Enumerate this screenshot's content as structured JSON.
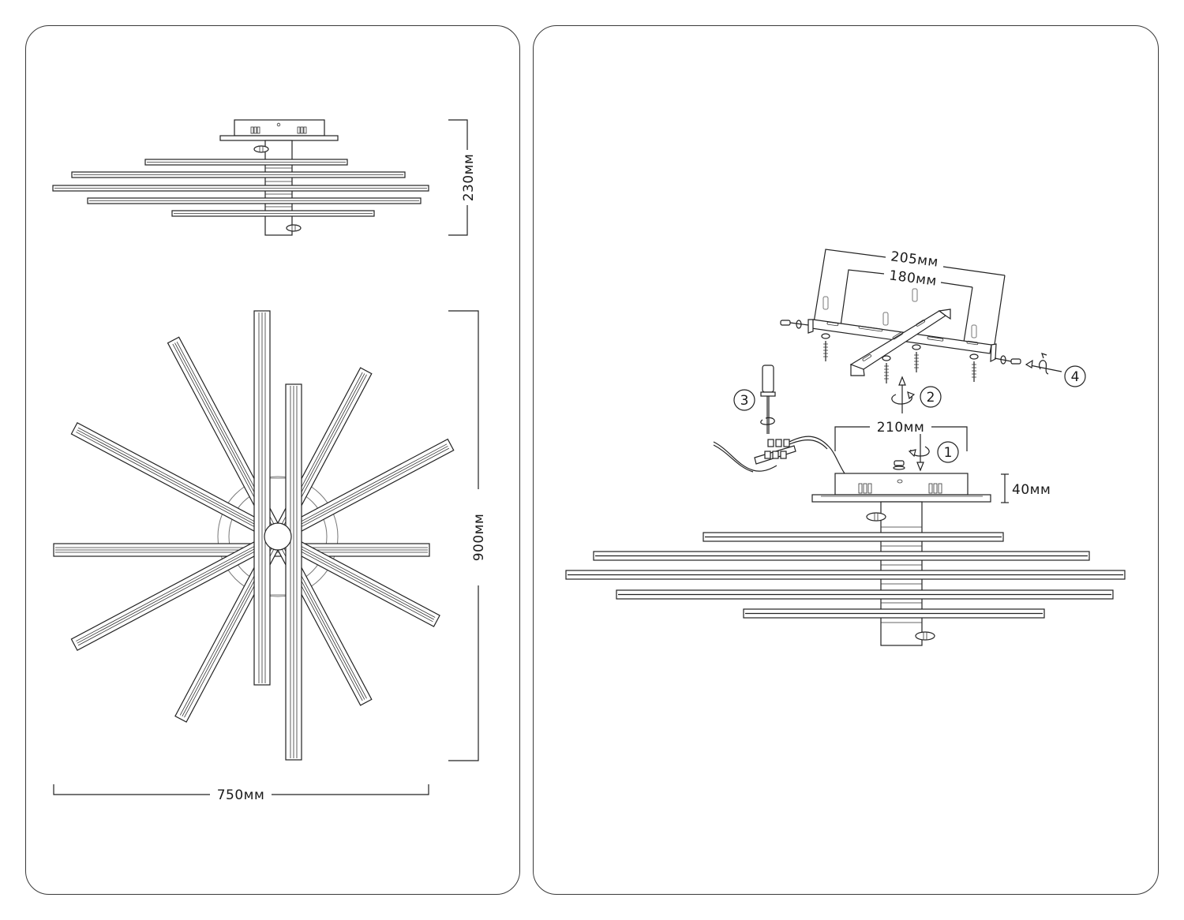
{
  "sheet": {
    "left_panel": {
      "side_view": {
        "height_label": "230мм"
      },
      "top_view": {
        "height_label": "900мм",
        "width_label": "750мм"
      }
    },
    "right_panel": {
      "bracket": {
        "outer_width_label": "205мм",
        "inner_width_label": "180мм"
      },
      "canopy": {
        "width_label": "210мм",
        "height_label": "40мм"
      },
      "steps": [
        {
          "number": "1",
          "icon": "rotate-down-arrow-icon"
        },
        {
          "number": "2",
          "icon": "rotate-up-arrow-icon"
        },
        {
          "number": "3",
          "icon": "screwdriver-icon"
        },
        {
          "number": "4",
          "icon": "rotate-left-arrow-icon"
        }
      ]
    },
    "colors": {
      "line": "#222222",
      "background": "#ffffff",
      "panel_border": "#3a3a3a"
    }
  }
}
